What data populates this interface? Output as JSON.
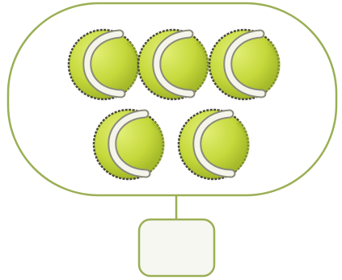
{
  "diagram": {
    "kind": "counting-set",
    "object": "tennis-ball",
    "object_icon": "tennis-ball-icon",
    "count": 5,
    "rows": [
      3,
      2
    ],
    "answer_box_value": ""
  },
  "colors": {
    "outline": "#9aaf55",
    "box_fill": "#f6f7f1",
    "ball_fill": "#cfe04a",
    "ball_shade": "#a7bd2c",
    "ball_edge": "#4a4a40",
    "seam": "#f4f4ea"
  }
}
